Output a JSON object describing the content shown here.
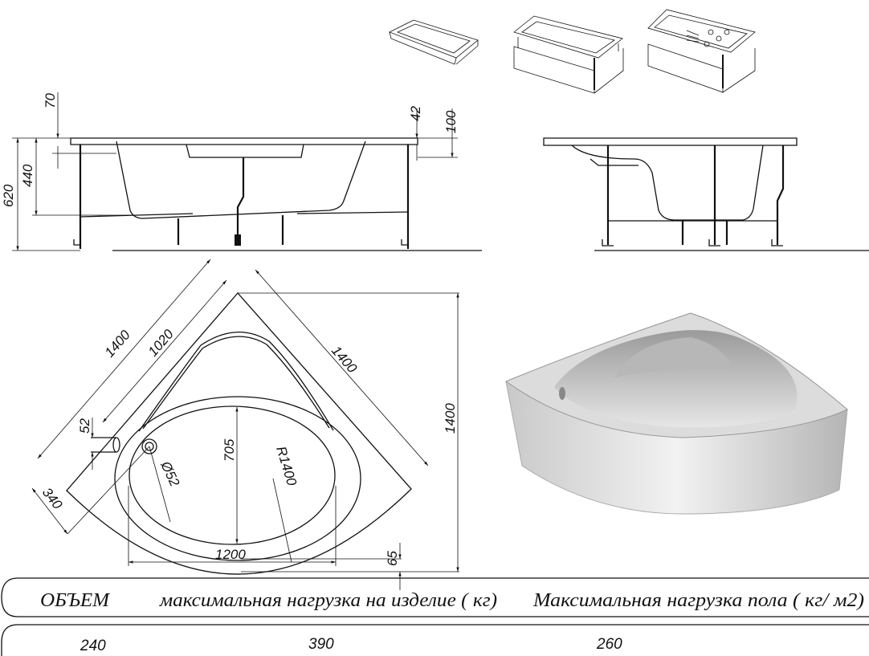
{
  "side_view_left": {
    "dim_rim_offset": "70",
    "dim_total_height": "620",
    "dim_depth": "440",
    "dim_rim_thickness": "42",
    "dim_rim_depth": "100"
  },
  "plan_view": {
    "dim_side_left": "1400",
    "dim_inner_side": "1020",
    "dim_side_right": "1400",
    "dim_height": "1400",
    "dim_overflow": "52",
    "dim_bowl_depth": "705",
    "dim_radius": "R1400",
    "dim_drain": "Ø52",
    "dim_drain_offset": "340",
    "dim_bowl_width": "1200",
    "dim_front_offset": "65"
  },
  "spec_table": {
    "headers": [
      "ОБЪЕМ",
      "максимальная нагрузка на изделие ( кг)",
      "Максимальная нагрузка пола ( кг/ м2)"
    ],
    "values": [
      "240",
      "390",
      "260"
    ]
  }
}
